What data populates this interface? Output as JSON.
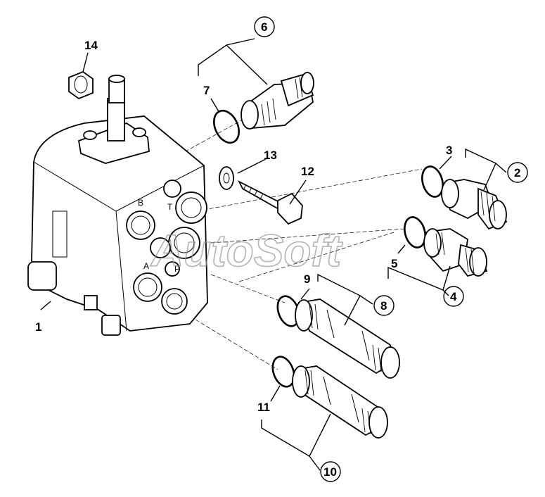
{
  "callouts": {
    "c1": "1",
    "c2": "2",
    "c3": "3",
    "c4": "4",
    "c5": "5",
    "c6": "6",
    "c7": "7",
    "c8": "8",
    "c9": "9",
    "c10": "10",
    "c11": "11",
    "c12": "12",
    "c13": "13",
    "c14": "14"
  },
  "ports": {
    "b": "B",
    "t": "T",
    "a": "A",
    "p": "P"
  },
  "watermark": "AutoSoft"
}
